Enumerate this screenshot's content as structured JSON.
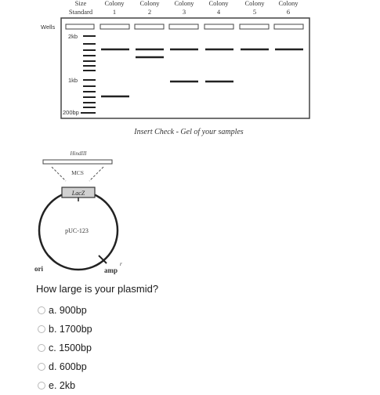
{
  "gel": {
    "lane_headers": [
      {
        "line1": "Size",
        "line2": "Standard"
      },
      {
        "line1": "Colony",
        "line2": "1"
      },
      {
        "line1": "Colony",
        "line2": "2"
      },
      {
        "line1": "Colony",
        "line2": "3"
      },
      {
        "line1": "Colony",
        "line2": "4"
      },
      {
        "line1": "Colony",
        "line2": "5"
      },
      {
        "line1": "Colony",
        "line2": "6"
      }
    ],
    "wells_label": "Wells",
    "marker_labels": {
      "top": "2kb",
      "mid": "1kb",
      "bottom": "200bp"
    },
    "caption": "Insert Check - Gel of your samples"
  },
  "plasmid": {
    "enzyme_label": "HindIII",
    "mcs_label": "MCS",
    "gene_label": "LacZ",
    "name": "pUC-123",
    "ori_label": "ori",
    "amp_label": "amp",
    "amp_superscript": "r"
  },
  "question": {
    "text": "How large is your plasmid?",
    "options": [
      "a. 900bp",
      "b. 1700bp",
      "c. 1500bp",
      "d. 600bp",
      "e. 2kb"
    ]
  }
}
